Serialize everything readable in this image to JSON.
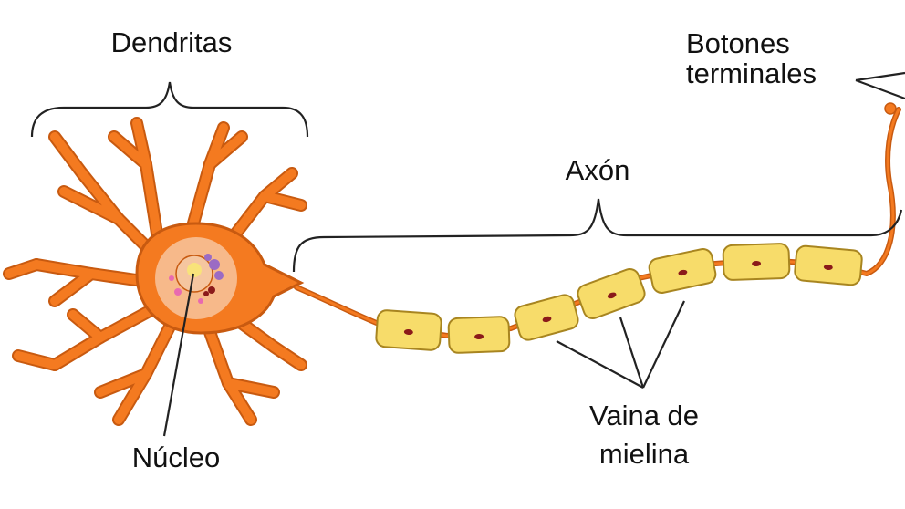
{
  "labels": {
    "dendrites": "Dendritas",
    "terminals_line1": "Botones",
    "terminals_line2": "terminales",
    "axon": "Axón",
    "myelin_line1": "Vaina de",
    "myelin_line2": "mielina",
    "nucleus": "Núcleo"
  },
  "colors": {
    "neuron_body": "#f47a20",
    "neuron_outline": "#c85a10",
    "soma_halo": "#f7b98a",
    "nucleus_fill": "#f5c6a0",
    "nucleolus": "#f8e37a",
    "organelle_purple": "#9b6bc4",
    "organelle_pink": "#e86ab0",
    "organelle_dark": "#8b1a1a",
    "myelin_fill": "#f7dc6a",
    "myelin_outline": "#a88520",
    "myelin_nucleus": "#8b1a1a",
    "bracket": "#222222"
  }
}
